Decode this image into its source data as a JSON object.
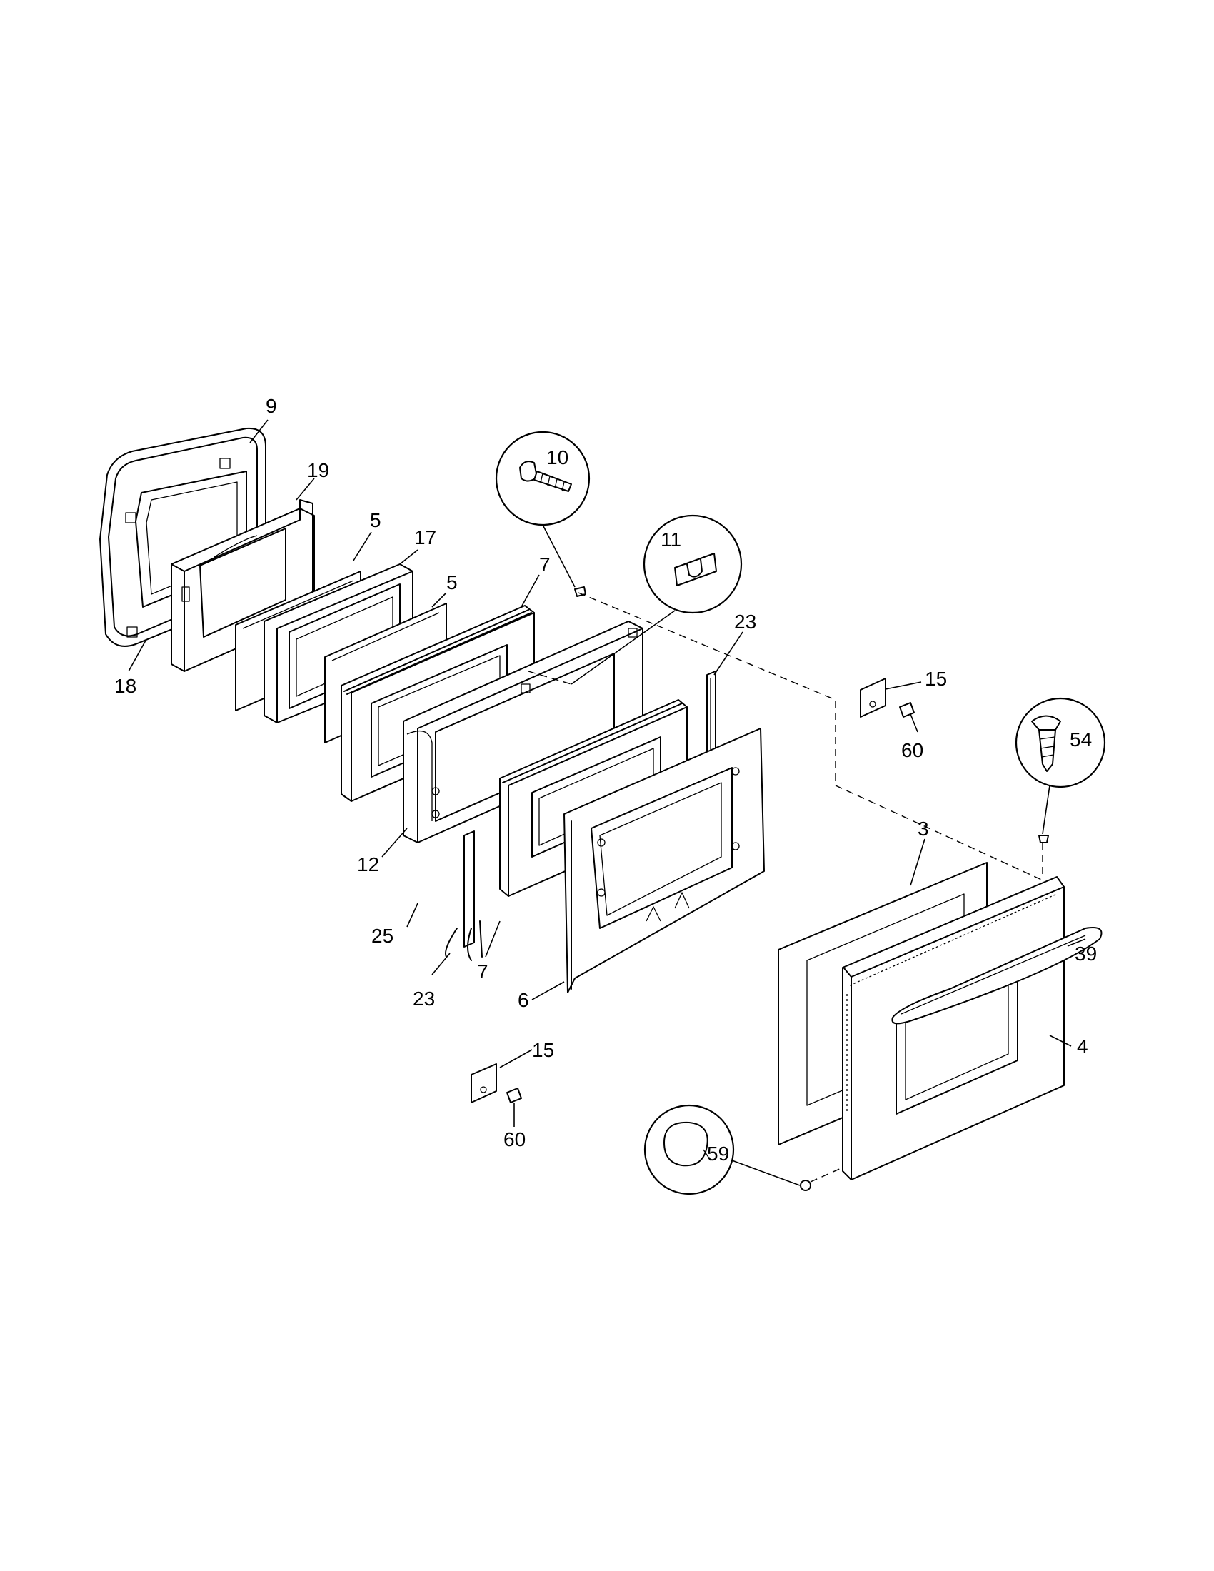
{
  "callouts": [
    {
      "id": "c9",
      "text": "9"
    },
    {
      "id": "c19",
      "text": "19"
    },
    {
      "id": "c5a",
      "text": "5"
    },
    {
      "id": "c17",
      "text": "17"
    },
    {
      "id": "c5b",
      "text": "5"
    },
    {
      "id": "c7a",
      "text": "7"
    },
    {
      "id": "c18",
      "text": "18"
    },
    {
      "id": "c10",
      "text": "10"
    },
    {
      "id": "c11",
      "text": "11"
    },
    {
      "id": "c23a",
      "text": "23"
    },
    {
      "id": "c15a",
      "text": "15"
    },
    {
      "id": "c60a",
      "text": "60"
    },
    {
      "id": "c54",
      "text": "54"
    },
    {
      "id": "c12",
      "text": "12"
    },
    {
      "id": "c3",
      "text": "3"
    },
    {
      "id": "c25",
      "text": "25"
    },
    {
      "id": "c39",
      "text": "39"
    },
    {
      "id": "c7b",
      "text": "7"
    },
    {
      "id": "c23b",
      "text": "23"
    },
    {
      "id": "c6",
      "text": "6"
    },
    {
      "id": "c15b",
      "text": "15"
    },
    {
      "id": "c4",
      "text": "4"
    },
    {
      "id": "c60b",
      "text": "60"
    },
    {
      "id": "c59",
      "text": "59"
    }
  ],
  "icons": {
    "screw_10": "screw-icon",
    "bracket_11": "bracket-icon",
    "screw_54": "screw-icon",
    "bumper_59": "bumper-icon"
  }
}
